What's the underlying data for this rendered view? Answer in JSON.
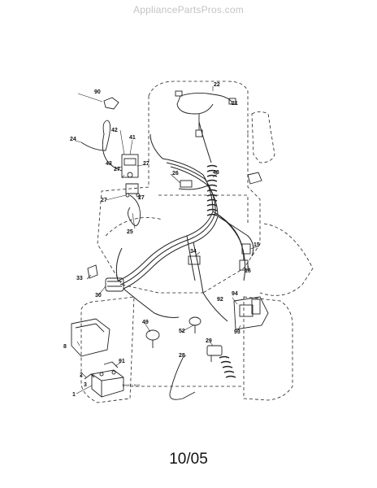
{
  "watermark": "AppliancePartsPros.com",
  "page_date": "10/05",
  "drawing_id": "196877-R03",
  "part_labels": {
    "p1": "1",
    "p2": "2",
    "p3": "3",
    "p8": "8",
    "p15": "15",
    "p16": "16",
    "p21": "21",
    "p22": "22",
    "p24": "24",
    "p25": "25",
    "p26": "26",
    "p27a": "27",
    "p27b": "27",
    "p27c": "27",
    "p27d": "27",
    "p28": "28",
    "p29": "29",
    "p30": "30",
    "p33": "33",
    "p34": "34",
    "p41": "41",
    "p42": "42",
    "p43": "43",
    "p48": "48",
    "p49": "49",
    "p52": "52",
    "p90": "90",
    "p91": "91",
    "p92": "92",
    "p93": "93",
    "p94": "94"
  }
}
